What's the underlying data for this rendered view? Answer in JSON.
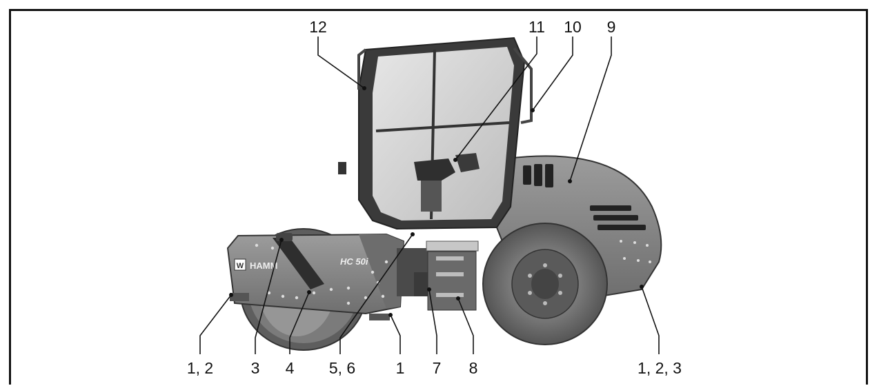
{
  "figure": {
    "callouts": [
      {
        "id": "c1",
        "label": "1, 2"
      },
      {
        "id": "c2",
        "label": "3"
      },
      {
        "id": "c3",
        "label": "4"
      },
      {
        "id": "c4",
        "label": "5, 6"
      },
      {
        "id": "c5",
        "label": "1"
      },
      {
        "id": "c6",
        "label": "7"
      },
      {
        "id": "c7",
        "label": "8"
      },
      {
        "id": "c8",
        "label": "1, 2, 3"
      },
      {
        "id": "c9",
        "label": "9"
      },
      {
        "id": "c10",
        "label": "10"
      },
      {
        "id": "c11",
        "label": "11"
      },
      {
        "id": "c12",
        "label": "12"
      }
    ],
    "machine": {
      "brand_text": "HAMM",
      "model_text": "HC 50i",
      "logo_letter": "W"
    }
  },
  "colors": {
    "body": "#8a8a8a",
    "body_dark": "#5c5c5c",
    "tire": "#6e6e6e",
    "glass": "#d2d2d2",
    "line": "#111111"
  }
}
